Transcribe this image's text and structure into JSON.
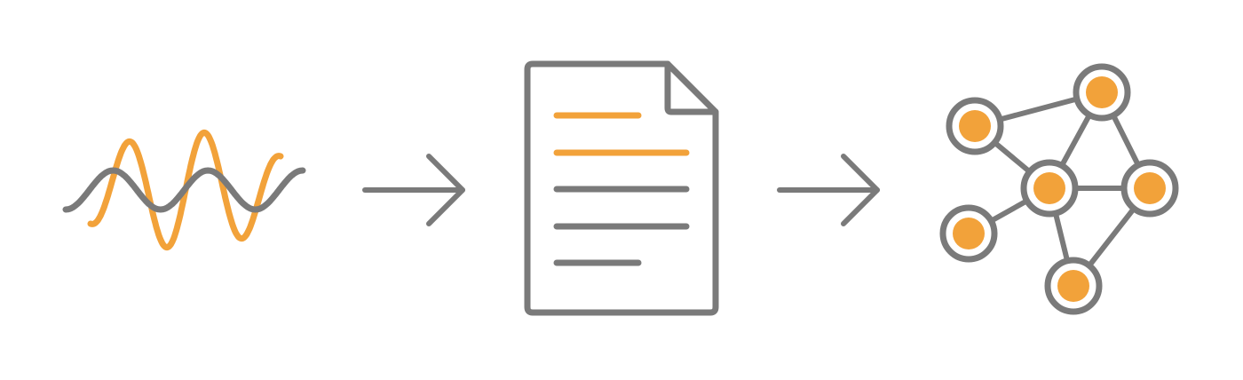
{
  "colors": {
    "background": "#ffffff",
    "primary": "#7a7a7a",
    "accent": "#f2a23a"
  },
  "steps": [
    {
      "icon": "sound-wave-icon"
    },
    {
      "icon": "arrow-right-icon"
    },
    {
      "icon": "text-document-icon"
    },
    {
      "icon": "arrow-right-icon"
    },
    {
      "icon": "knowledge-graph-icon"
    }
  ],
  "document": {
    "line_colors": [
      "accent",
      "accent",
      "primary",
      "primary",
      "primary"
    ]
  },
  "graph": {
    "node_count": 6,
    "edge_count": 8
  }
}
